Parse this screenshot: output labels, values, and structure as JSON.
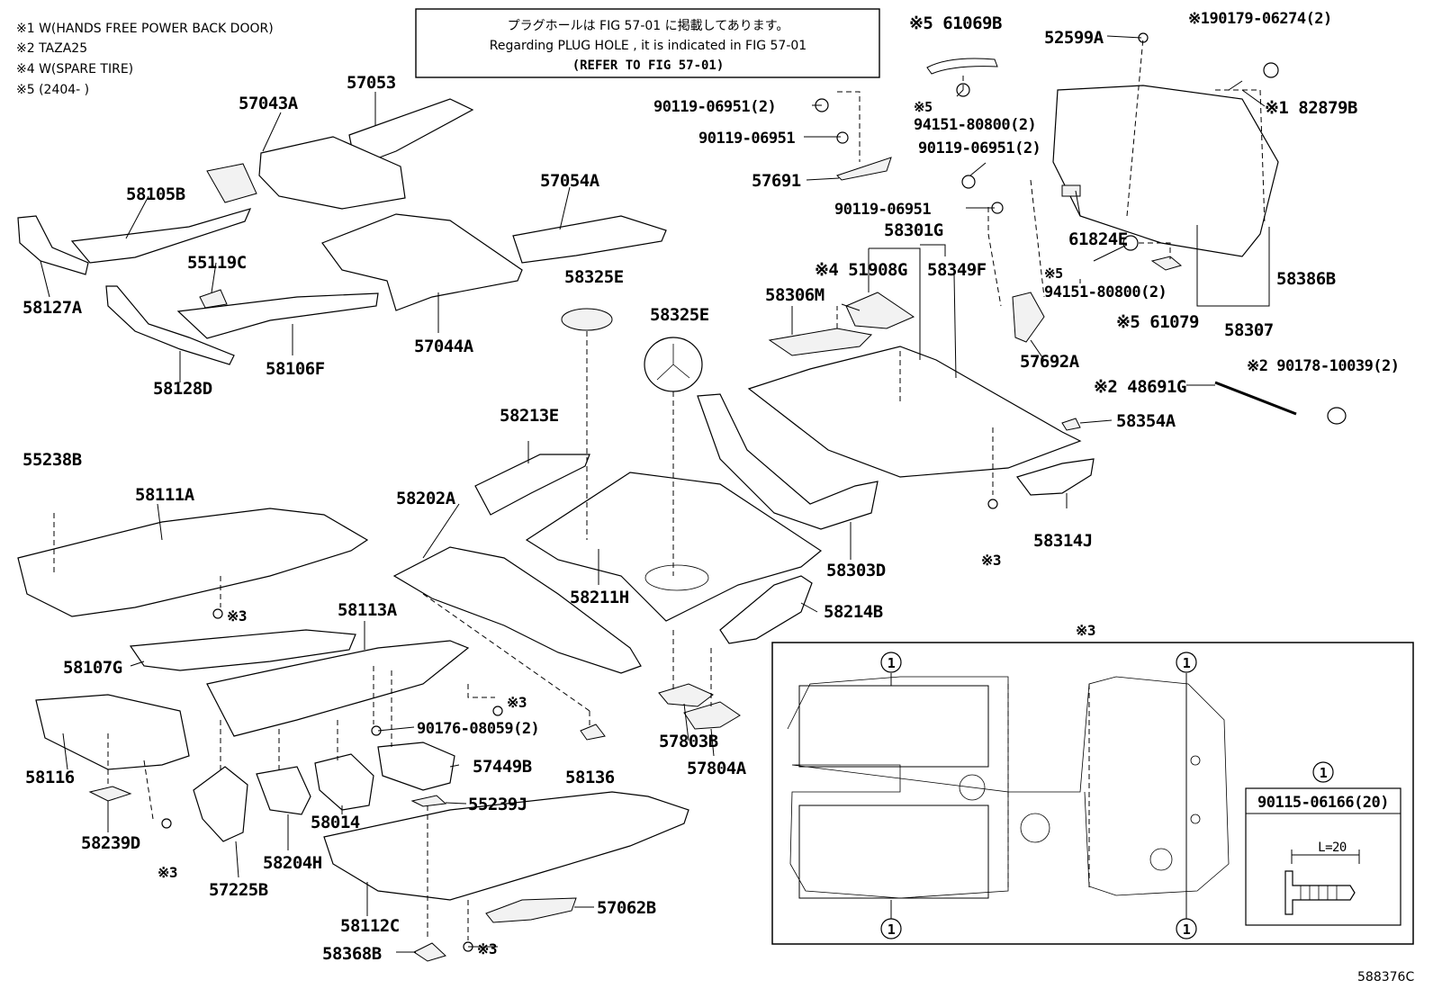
{
  "notes": [
    "※1 W(HANDS FREE POWER BACK DOOR)",
    "※2 TAZA25",
    "※4 W(SPARE TIRE)",
    "※5 (2404-       )"
  ],
  "reference_box": {
    "line1": "プラグホールは FIG  57-01 に掲載してあります。",
    "line2": "Regarding  PLUG  HOLE , it is indicated in FIG  57-01",
    "line3": "(REFER TO FIG 57-01)"
  },
  "part_labels": {
    "p61069B": "※5 61069B",
    "p52599A": "52599A",
    "p90179_06274": "※190179-06274(2)",
    "p57053": "57053",
    "p57043A": "57043A",
    "p90119_06951_2a": "90119-06951(2)",
    "p90119_06951_a": "90119-06951",
    "p94151_80800_a": "※5\n94151-80800(2)",
    "p82879B": "※1 82879B",
    "p90119_06951_2b": "90119-06951(2)",
    "p58105B": "58105B",
    "p57054A": "57054A",
    "p57691": "57691",
    "p90119_06951_b": "90119-06951",
    "p58301G": "58301G",
    "p61824E": "61824E",
    "p55119C": "55119C",
    "p51908G": "※4 51908G",
    "p58349F": "58349F",
    "p94151_80800_b": "※5\n94151-80800(2)",
    "p58386B": "58386B",
    "p58127A": "58127A",
    "p58325E_a": "58325E",
    "p58306M": "58306M",
    "p61079": "※5 61079",
    "p58307": "58307",
    "p58325E_b": "58325E",
    "p57044A": "57044A",
    "p57692A": "57692A",
    "p90178_10039": "※2 90178-10039(2)",
    "p58106F": "58106F",
    "p58128D": "58128D",
    "p48691G": "※2 48691G",
    "p58213E": "58213E",
    "p58354A": "58354A",
    "p55238B": "55238B",
    "p58111A": "58111A",
    "p58202A": "58202A",
    "p58314J": "58314J",
    "p58303D": "58303D",
    "p58211H": "58211H",
    "p58214B": "58214B",
    "p58113A": "58113A",
    "p58107G": "58107G",
    "p90176_08059": "90176-08059(2)",
    "p58116": "58116",
    "p57803B": "57803B",
    "p57449B": "57449B",
    "p58136": "58136",
    "p57804A": "57804A",
    "p58014": "58014",
    "p55239J": "55239J",
    "p58239D": "58239D",
    "p58204H": "58204H",
    "p57225B": "57225B",
    "p58112C": "58112C",
    "p57062B": "57062B",
    "p58368B": "58368B"
  },
  "ref3_marks": [
    "※3",
    "※3",
    "※3",
    "※3",
    "※3",
    "※3"
  ],
  "inset": {
    "title": "※3",
    "circle_marker": "①",
    "fastener_part": "90115-06166(20)",
    "dimension": "L=20"
  },
  "figure_number": "588376C"
}
